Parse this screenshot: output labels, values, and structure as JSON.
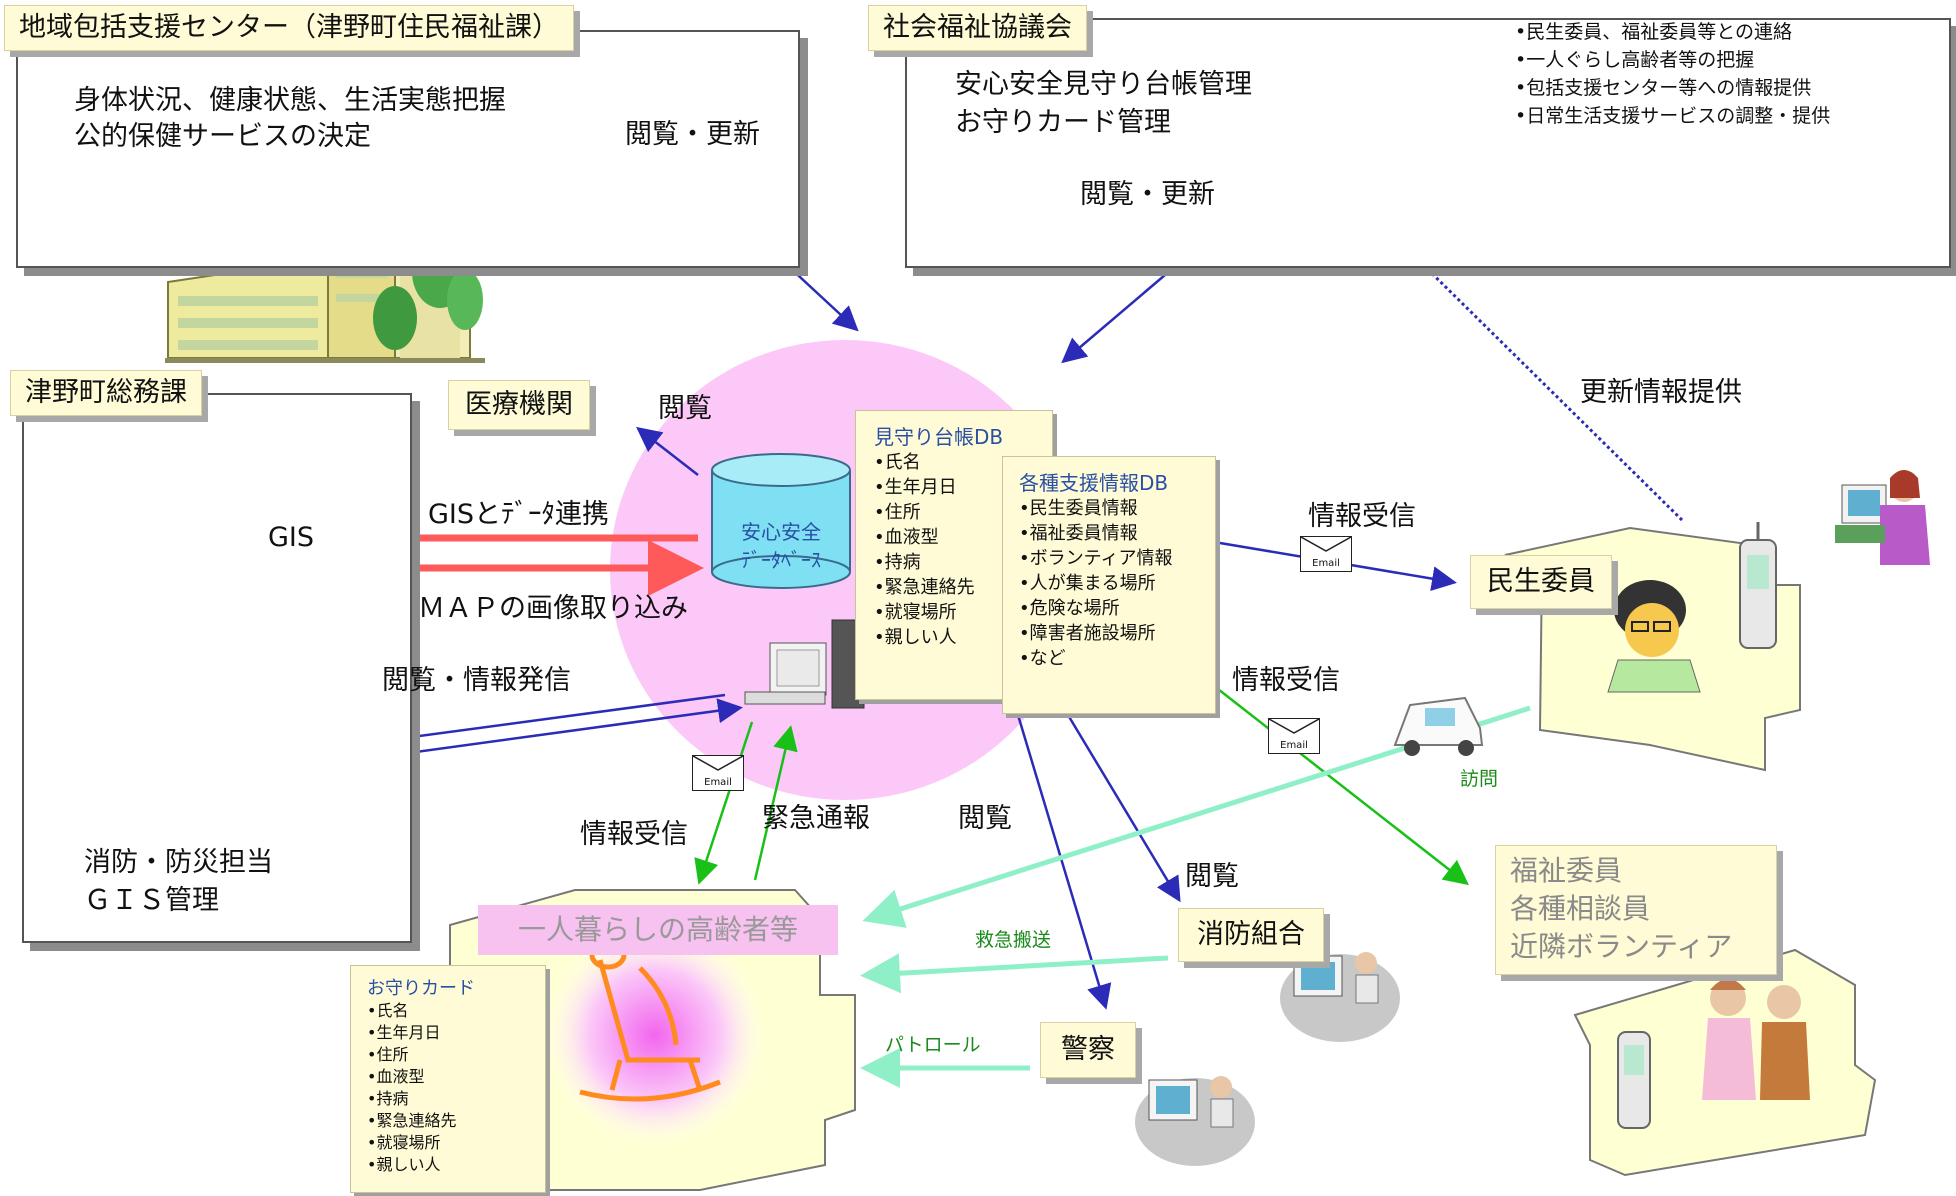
{
  "orgs": {
    "center": {
      "title": "地域包括支援センター（津野町住民福祉課）",
      "desc": [
        "身体状況、健康状態、生活実態把握",
        "公的保健サービスの決定"
      ],
      "action": "閲覧・更新"
    },
    "council": {
      "title": "社会福祉協議会",
      "desc": [
        "安心安全見守り台帳管理",
        "お守りカード管理"
      ],
      "action": "閲覧・更新",
      "duties": [
        "•民生委員、福祉委員等との連絡",
        "•一人ぐらし高齢者等の把握",
        "•包括支援センター等への情報提供",
        "•日常生活支援サービスの調整・提供"
      ]
    },
    "general_affairs": {
      "title": "津野町総務課",
      "gis": "GIS",
      "desc": [
        "消防・防災担当",
        "ＧＩＳ管理"
      ]
    }
  },
  "database": {
    "label_line1": "安心安全",
    "label_line2": "ﾃﾞｰﾀﾍﾞｰｽ",
    "watch_db": {
      "title": "見守り台帳DB",
      "items": [
        "•氏名",
        "•生年月日",
        "•住所",
        "•血液型",
        "•持病",
        "•緊急連絡先",
        "•就寝場所",
        "•親しい人"
      ]
    },
    "support_db": {
      "title": "各種支援情報DB",
      "items": [
        "•民生委員情報",
        "•福祉委員情報",
        "•ボランティア情報",
        "•人が集まる場所",
        "•危険な場所",
        "•障害者施設場所",
        "•など"
      ]
    }
  },
  "nodes": {
    "medical": "医療機関",
    "welfare_commissioner": "民生委員",
    "fire_union": "消防組合",
    "police": "警察",
    "elderly": "一人暮らしの高齢者等",
    "helpers": [
      "福祉委員",
      "各種相談員",
      "近隣ボランティア"
    ]
  },
  "card": {
    "title": "お守りカード",
    "items": [
      "•氏名",
      "•生年月日",
      "•住所",
      "•血液型",
      "•持病",
      "•緊急連絡先",
      "•就寝場所",
      "•親しい人"
    ]
  },
  "flows": {
    "browse_medical": "閲覧",
    "gis_link": "GISとﾃﾞｰﾀ連携",
    "map_import": "ＭＡＰの画像取り込み",
    "browse_send": "閲覧・情報発信",
    "info_receive_commissioner": "情報受信",
    "info_receive_helpers": "情報受信",
    "update_info": "更新情報提供",
    "info_receive_elderly": "情報受信",
    "emergency_call": "緊急通報",
    "browse_center": "閲覧",
    "browse_fire": "閲覧",
    "visit": "訪問",
    "ambulance": "救急搬送",
    "patrol": "パトロール",
    "email": "Email"
  },
  "colors": {
    "blue_arrow": "#2b2bb8",
    "red_arrow": "#ff5a5a",
    "green_arrow": "#18c018",
    "mint_arrow": "#8ff0c8",
    "ellipse": "#fbc8f8",
    "tag_bg": "#fffbd6",
    "pink_label": "#f7c2f0"
  }
}
